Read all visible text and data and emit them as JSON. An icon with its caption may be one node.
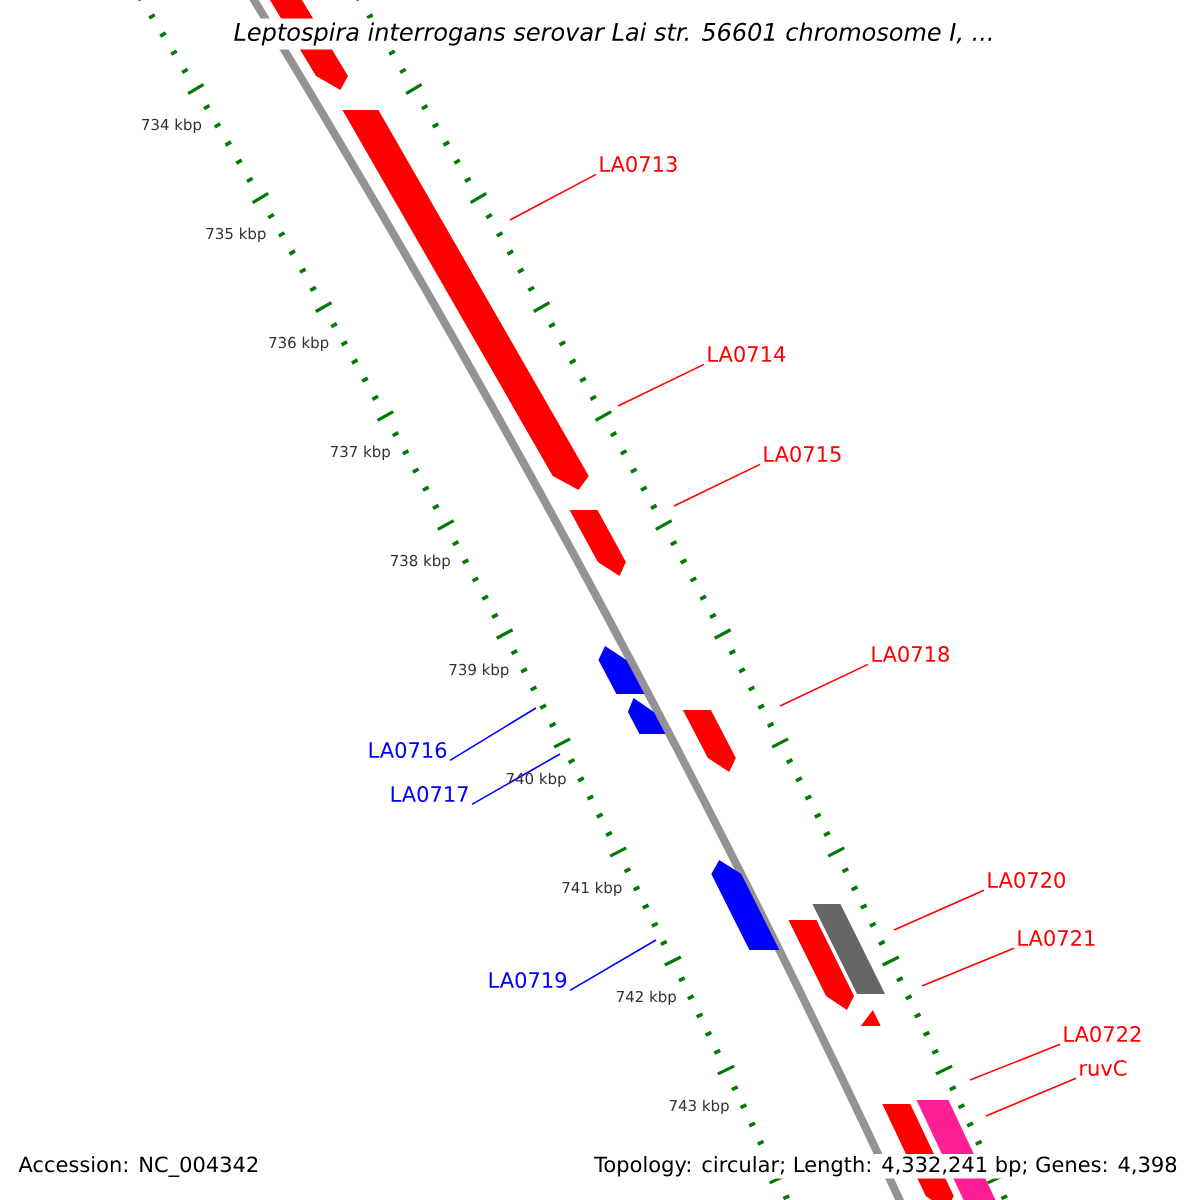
{
  "diagram": {
    "title": "Leptospira interrogans serovar Lai str. 56601 chromosome I, ...",
    "nodes": [
      {
        "text": [
          "LA0713"
        ]
      },
      {
        "text": [
          "LA0714"
        ]
      },
      {
        "text": [
          "LA0715"
        ]
      },
      {
        "text": [
          "LA0718"
        ]
      },
      {
        "text": [
          "LA0716"
        ]
      },
      {
        "text": [
          "LA0717"
        ]
      },
      {
        "text": [
          "LA0720"
        ]
      },
      {
        "text": [
          "LA0721"
        ]
      },
      {
        "text": [
          "LA0719"
        ]
      },
      {
        "text": [
          "LA0722"
        ]
      },
      {
        "text": [
          "ruvC"
        ]
      }
    ],
    "edges": [
      {
        "from": 0,
        "to": null,
        "arrow": "none"
      },
      {
        "from": 1,
        "to": null,
        "arrow": "none"
      },
      {
        "from": 2,
        "to": null,
        "arrow": "none"
      },
      {
        "from": 3,
        "to": null,
        "arrow": "none"
      },
      {
        "from": 4,
        "to": null,
        "arrow": "none",
        "color": "#0000ff"
      },
      {
        "from": 5,
        "to": null,
        "arrow": "none",
        "color": "#0000ff"
      },
      {
        "from": 6,
        "to": null,
        "arrow": "none"
      },
      {
        "from": 7,
        "to": null,
        "arrow": "none"
      },
      {
        "from": 8,
        "to": null,
        "arrow": "none",
        "color": "#0000ff"
      },
      {
        "from": 9,
        "to": null,
        "arrow": "none"
      },
      {
        "from": 10,
        "to": null,
        "arrow": "none"
      }
    ],
    "labels": [
      "734 kbp",
      "735 kbp",
      "736 kbp",
      "737 kbp",
      "738 kbp",
      "739 kbp",
      "740 kbp",
      "741 kbp",
      "742 kbp",
      "743 kbp",
      "Accession: NC_004342",
      "Topology: circular; Length: 4,332,241 bp; Genes: 4,398"
    ]
  }
}
